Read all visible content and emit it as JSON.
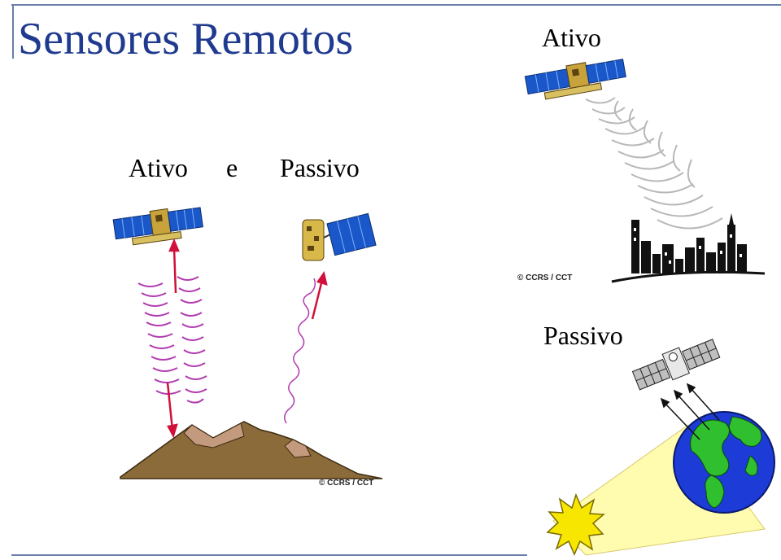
{
  "slide": {
    "title": "Sensores Remotos",
    "left_panel": {
      "label_active": "Ativo",
      "label_and": "e",
      "label_passive": "Passivo",
      "credit": "© CCRS / CCT"
    },
    "top_right_panel": {
      "label": "Ativo",
      "credit": "© CCRS / CCT"
    },
    "bottom_right_panel": {
      "label": "Passivo"
    }
  },
  "colors": {
    "title": "#1f3a8f",
    "rule": "#6b7fa8",
    "mountain": "#8b6b3a",
    "mountain_peak": "#c49a7e",
    "wave_magenta": "#b23bb0",
    "arrow_red": "#d0103a",
    "ocean": "#1d3bd6",
    "land": "#2fbf2f",
    "sun": "#f7e600",
    "beam": "#fffcb0"
  },
  "icons": [
    "satellite-icon",
    "earth-globe-icon",
    "sun-icon",
    "city-skyline-icon",
    "mountain-icon"
  ]
}
